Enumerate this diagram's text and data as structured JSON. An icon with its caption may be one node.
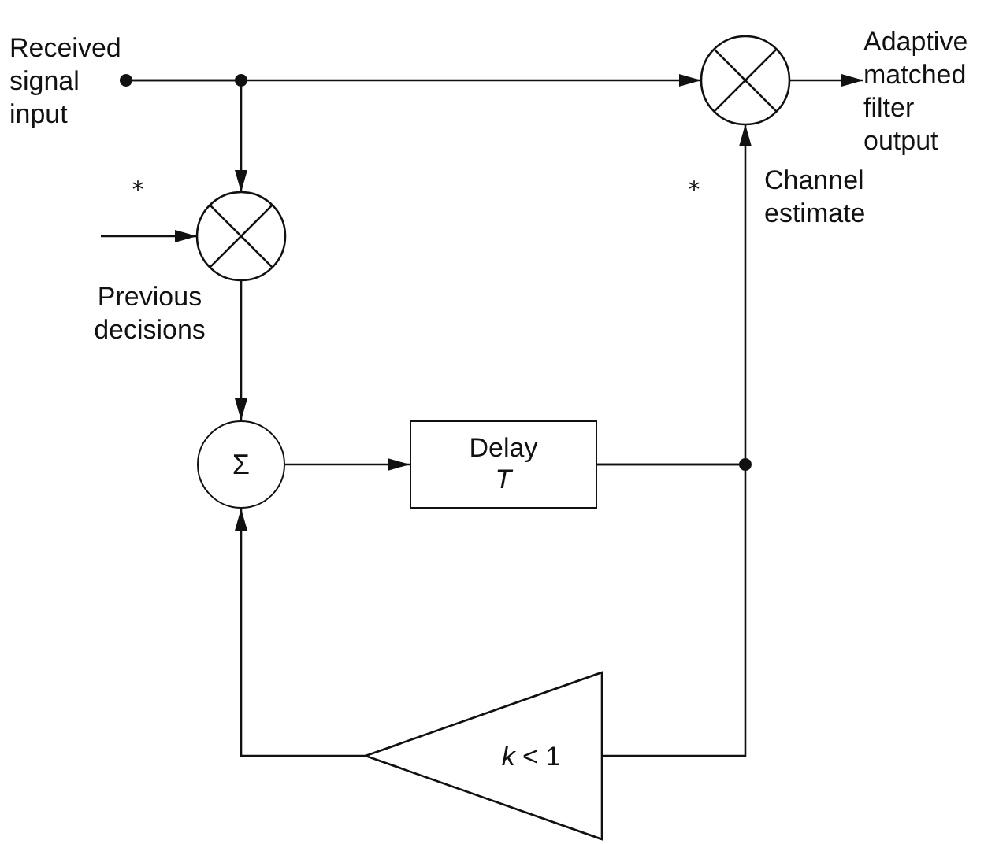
{
  "diagram": {
    "nodes": [
      {
        "text": [
          "Received signal input"
        ]
      },
      {
        "text": [],
        "shape": "circle"
      },
      {
        "text": [
          "Adaptive matched filter output"
        ]
      },
      {
        "text": [],
        "shape": "circle"
      },
      {
        "text": [
          "Σ"
        ]
      },
      {
        "text": [
          "Delay",
          "T"
        ]
      },
      {
        "text": [
          "*k* < 1"
        ]
      }
    ],
    "edges": [
      {
        "from": 0,
        "to": 1,
        "arrow": "to"
      },
      {
        "from": 0,
        "to": 3,
        "arrow": "to"
      },
      {
        "from": 1,
        "to": 2,
        "arrow": "to"
      },
      {
        "from": null,
        "to": 3,
        "arrow": "to"
      },
      {
        "from": 3,
        "to": 4,
        "arrow": "to"
      },
      {
        "from": 4,
        "to": 5,
        "arrow": "to"
      },
      {
        "from": 5,
        "to": 1,
        "arrow": "to"
      },
      {
        "from": 5,
        "to": 6,
        "arrow": "none"
      },
      {
        "from": 6,
        "to": 4,
        "arrow": "to"
      }
    ],
    "labels": [
      "*",
      "*",
      "Channel estimate",
      "Previous decisions"
    ]
  }
}
